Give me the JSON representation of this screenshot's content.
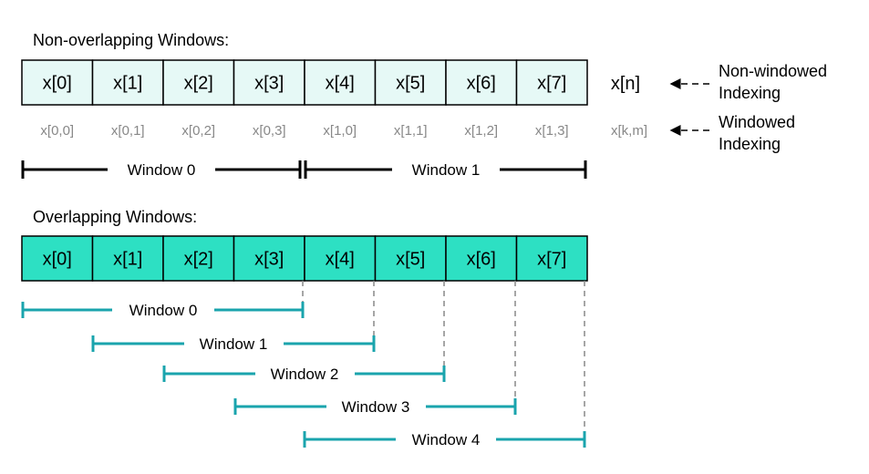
{
  "non_overlapping": {
    "title": "Non-overlapping Windows:",
    "cells": [
      "x[0]",
      "x[1]",
      "x[2]",
      "x[3]",
      "x[4]",
      "x[5]",
      "x[6]",
      "x[7]"
    ],
    "windowed_labels": [
      "x[0,0]",
      "x[0,1]",
      "x[0,2]",
      "x[0,3]",
      "x[1,0]",
      "x[1,1]",
      "x[1,2]",
      "x[1,3]"
    ],
    "general_label": "x[n]",
    "general_windowed_label": "x[k,m]",
    "note_nonwindowed": [
      "Non-windowed",
      "Indexing"
    ],
    "note_windowed": [
      "Windowed",
      "Indexing"
    ],
    "windows": [
      "Window 0",
      "Window 1"
    ],
    "cell_fill": "#e6f9f6",
    "line_color": "#000000"
  },
  "overlapping": {
    "title": "Overlapping Windows:",
    "cells": [
      "x[0]",
      "x[1]",
      "x[2]",
      "x[3]",
      "x[4]",
      "x[5]",
      "x[6]",
      "x[7]"
    ],
    "windows": [
      "Window 0",
      "Window 1",
      "Window 2",
      "Window 3",
      "Window 4"
    ],
    "cell_fill": "#2de0c3",
    "bracket_color": "#1aa4ad",
    "dash_color": "#888888"
  }
}
